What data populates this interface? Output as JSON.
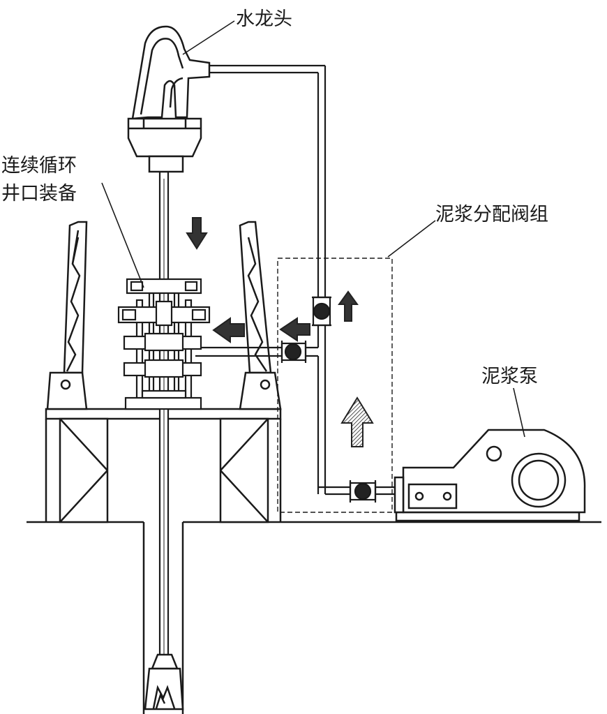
{
  "labels": {
    "swivel": "水龙头",
    "wellhead_line1": "连续循环",
    "wellhead_line2": "井口装备",
    "manifold": "泥浆分配阀组",
    "pump": "泥浆泵"
  },
  "colors": {
    "stroke": "#1a1a1a",
    "fill": "#ffffff",
    "arrow": "#333333",
    "background": "#ffffff"
  }
}
